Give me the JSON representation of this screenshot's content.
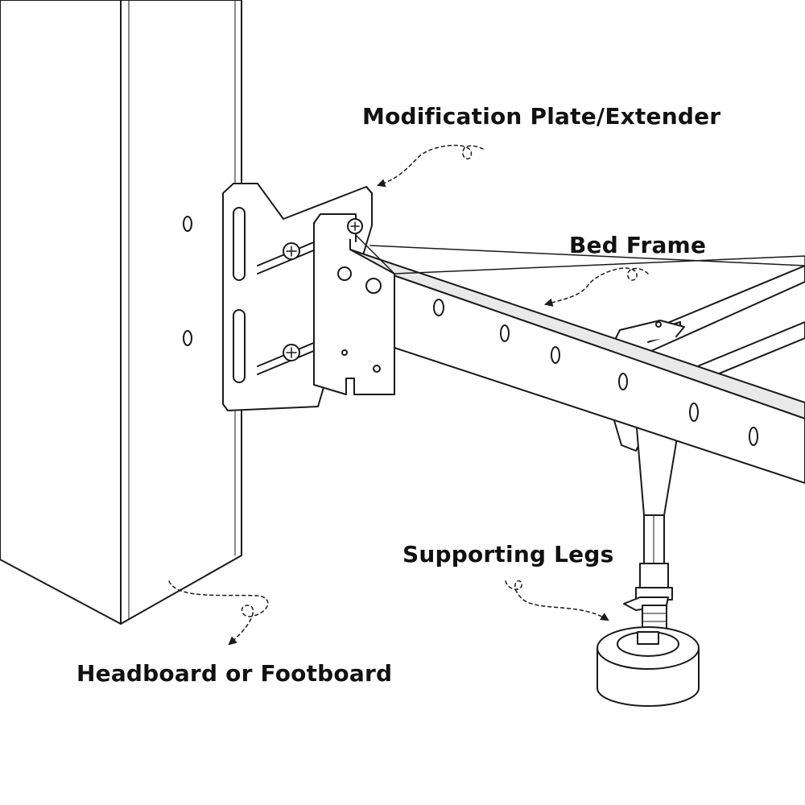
{
  "labels": {
    "plate": "Modification Plate/Extender",
    "frame": "Bed Frame",
    "legs": "Supporting Legs",
    "board": "Headboard or Footboard"
  },
  "colors": {
    "background": "#ffffff",
    "line": "#1a1a1a",
    "fill": "#ffffff",
    "shade": "#e9e9e9",
    "text": "#111111"
  },
  "icons": [
    "dashed-arrow-icon"
  ]
}
